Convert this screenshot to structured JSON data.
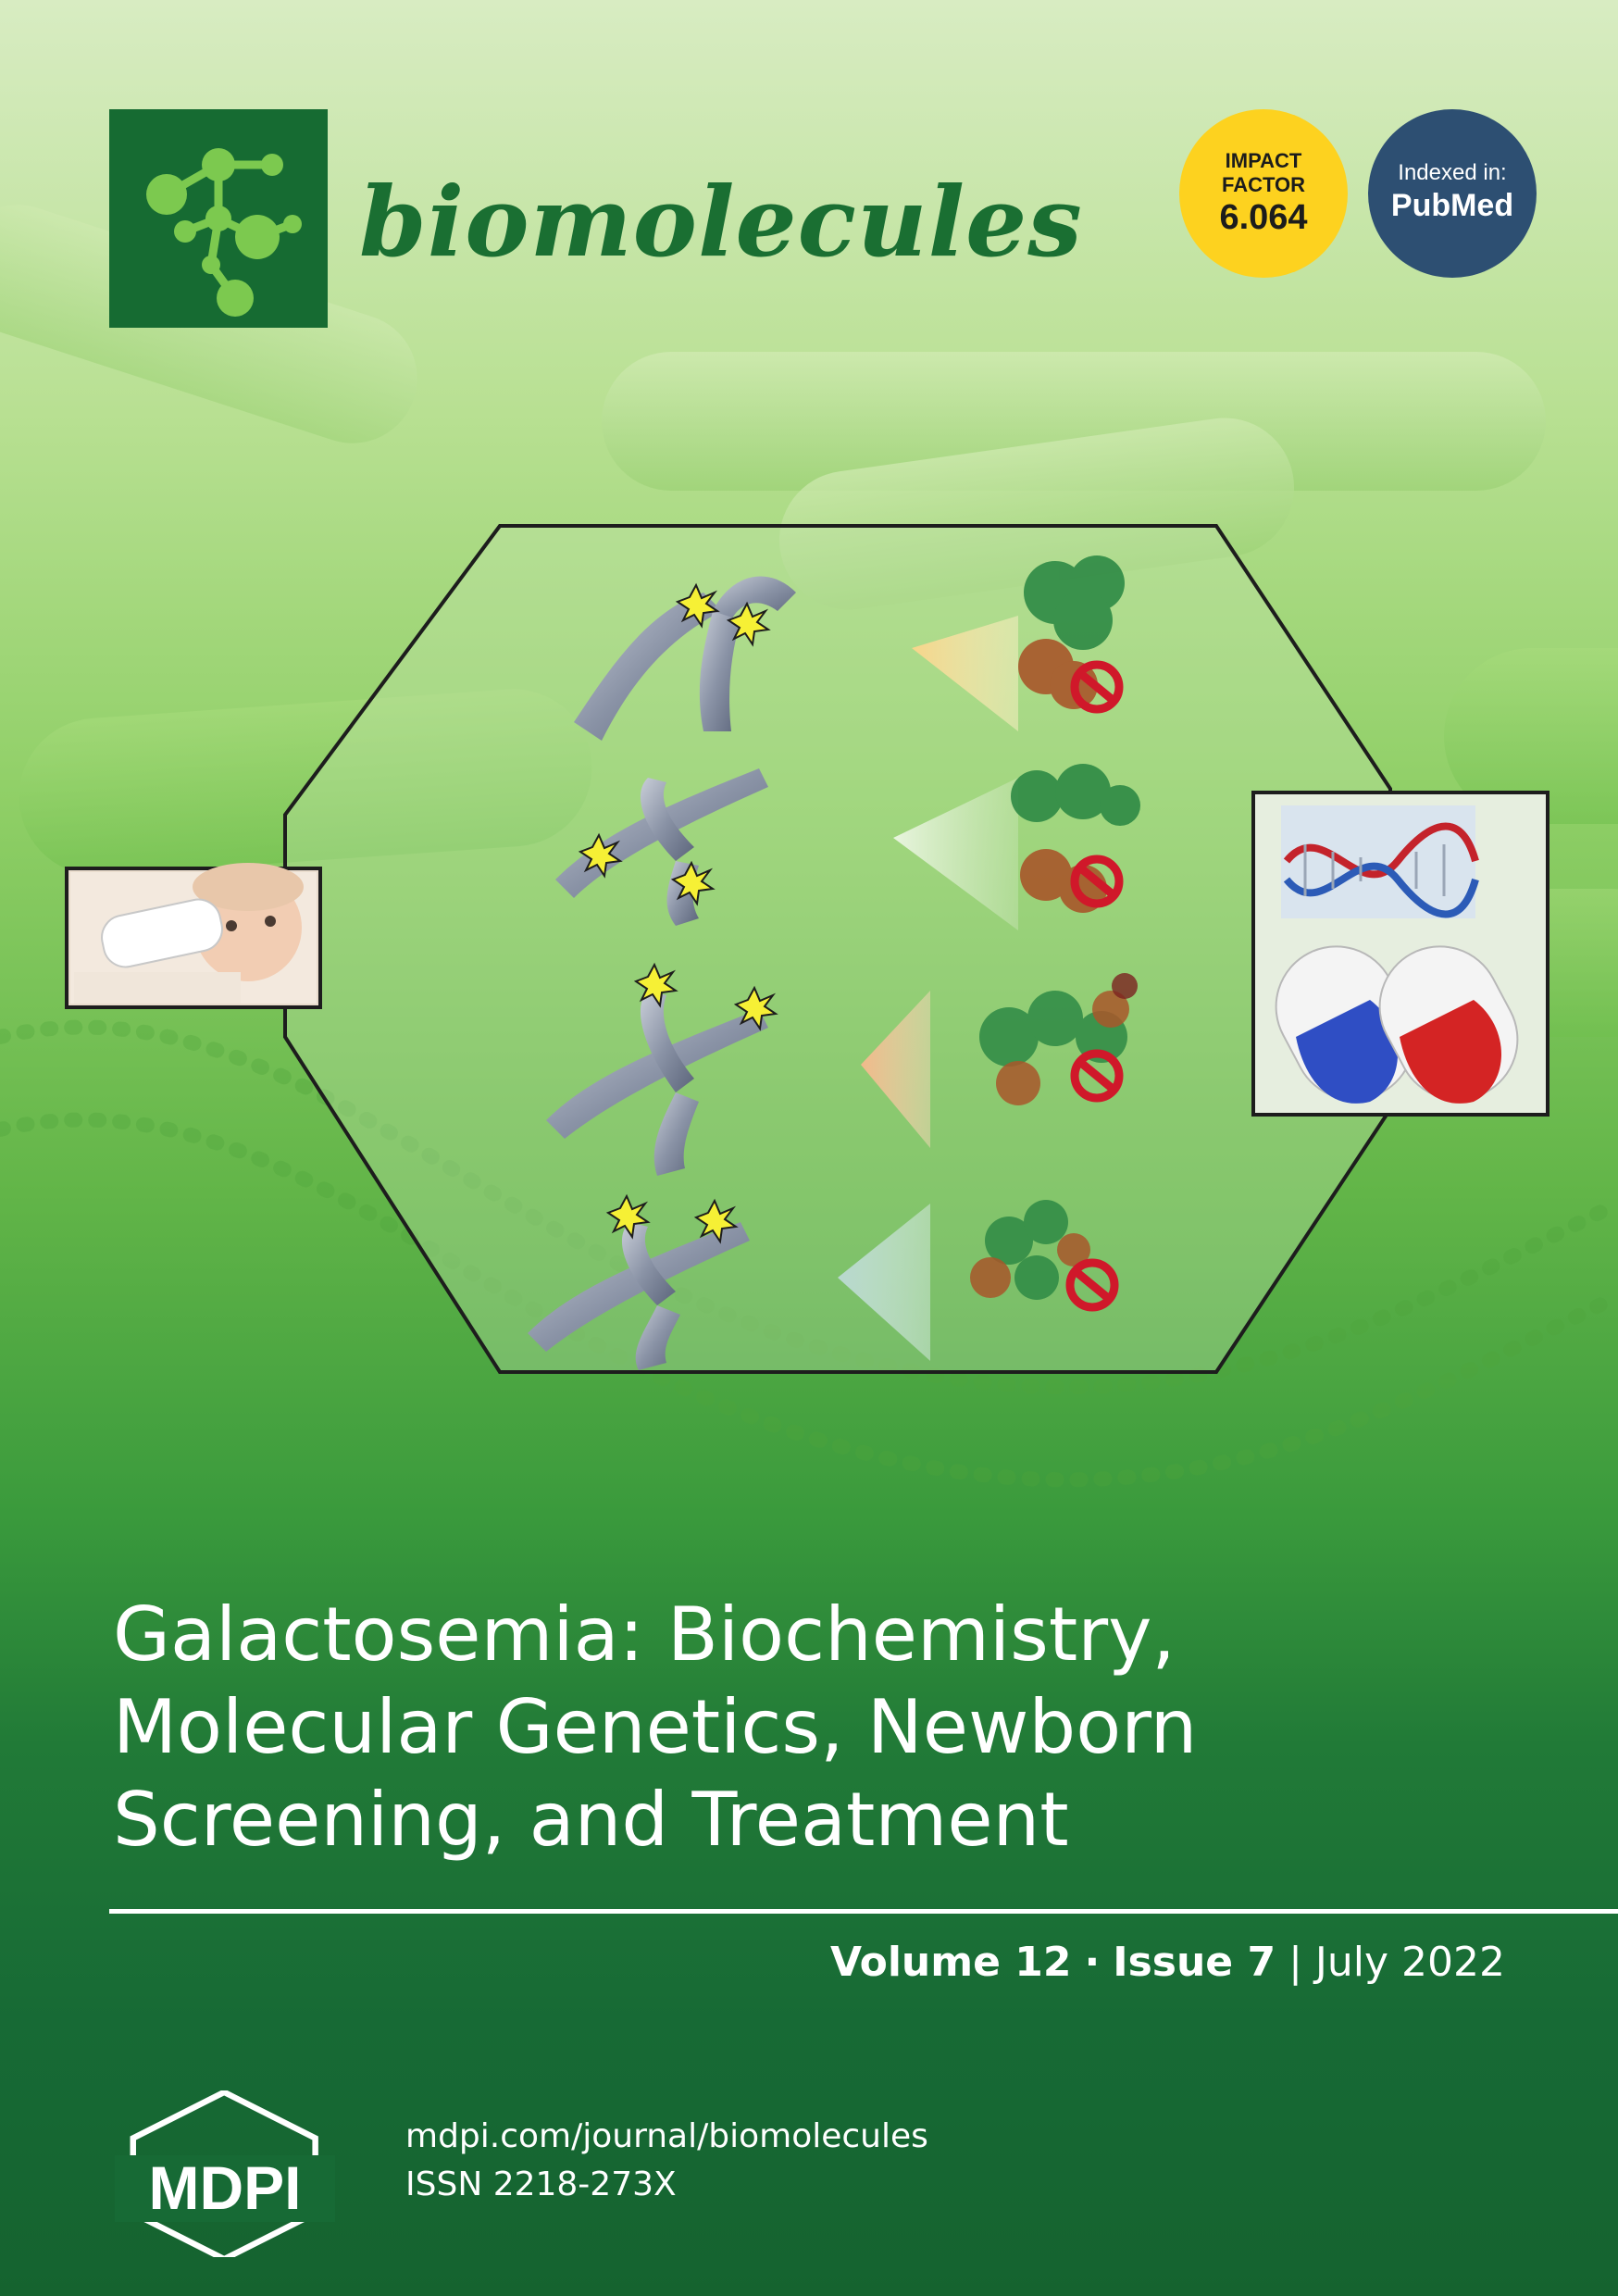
{
  "journal": {
    "name": "biomolecules"
  },
  "badges": {
    "impact_factor": {
      "line1": "IMPACT",
      "line2": "FACTOR",
      "value": "6.064"
    },
    "indexed": {
      "label": "Indexed in:",
      "value": "PubMed"
    }
  },
  "cover": {
    "title_lines": [
      "Galactosemia: Biochemistry,",
      "Molecular Genetics, Newborn",
      "Screening, and Treatment"
    ]
  },
  "issue": {
    "volume": "Volume 12",
    "separator": "·",
    "issue": "Issue 7",
    "pipe": "|",
    "date": "July 2022"
  },
  "publisher": {
    "name": "MDPI",
    "url": "mdpi.com/journal/biomolecules",
    "issn": "ISSN 2218-273X"
  },
  "colors": {
    "brand_green": "#166b32",
    "impact_yellow": "#fdd21f",
    "pubmed_navy": "#2d4f72"
  }
}
